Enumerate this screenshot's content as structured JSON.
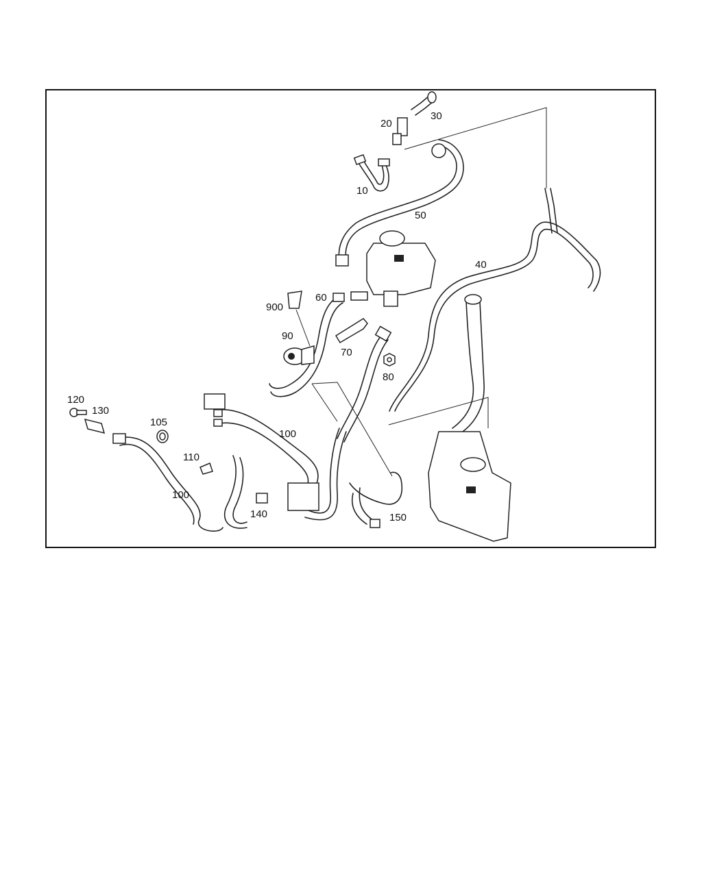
{
  "diagram": {
    "callouts": [
      {
        "id": "c10",
        "text": "10"
      },
      {
        "id": "c20",
        "text": "20"
      },
      {
        "id": "c30",
        "text": "30"
      },
      {
        "id": "c40",
        "text": "40"
      },
      {
        "id": "c50",
        "text": "50"
      },
      {
        "id": "c60",
        "text": "60"
      },
      {
        "id": "c70",
        "text": "70"
      },
      {
        "id": "c80",
        "text": "80"
      },
      {
        "id": "c90",
        "text": "90"
      },
      {
        "id": "c900",
        "text": "900"
      },
      {
        "id": "c100a",
        "text": "100"
      },
      {
        "id": "c100b",
        "text": "100"
      },
      {
        "id": "c105",
        "text": "105"
      },
      {
        "id": "c110",
        "text": "110"
      },
      {
        "id": "c120",
        "text": "120"
      },
      {
        "id": "c130",
        "text": "130"
      },
      {
        "id": "c140",
        "text": "140"
      },
      {
        "id": "c150",
        "text": "150"
      }
    ]
  }
}
